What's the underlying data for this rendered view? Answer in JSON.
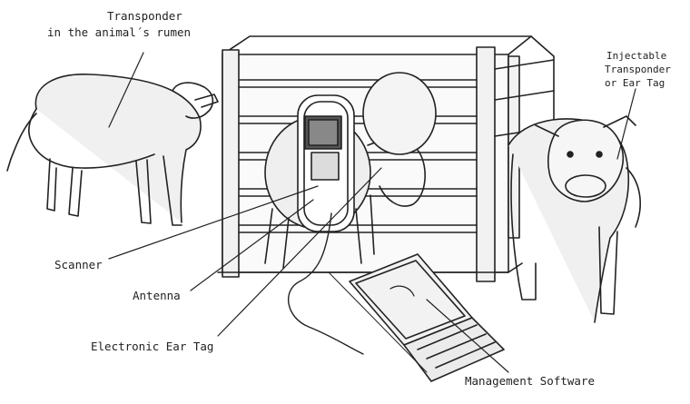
{
  "labels": {
    "transponder_line1": "Transponder",
    "transponder_line2": "in the animal´s rumen",
    "injectable_line1": "Injectable",
    "injectable_line2": "Transponder",
    "injectable_line3": "or Ear Tag",
    "scanner": "Scanner",
    "antenna": "Antenna",
    "ear_tag": "Electronic Ear Tag",
    "software": "Management Software"
  }
}
